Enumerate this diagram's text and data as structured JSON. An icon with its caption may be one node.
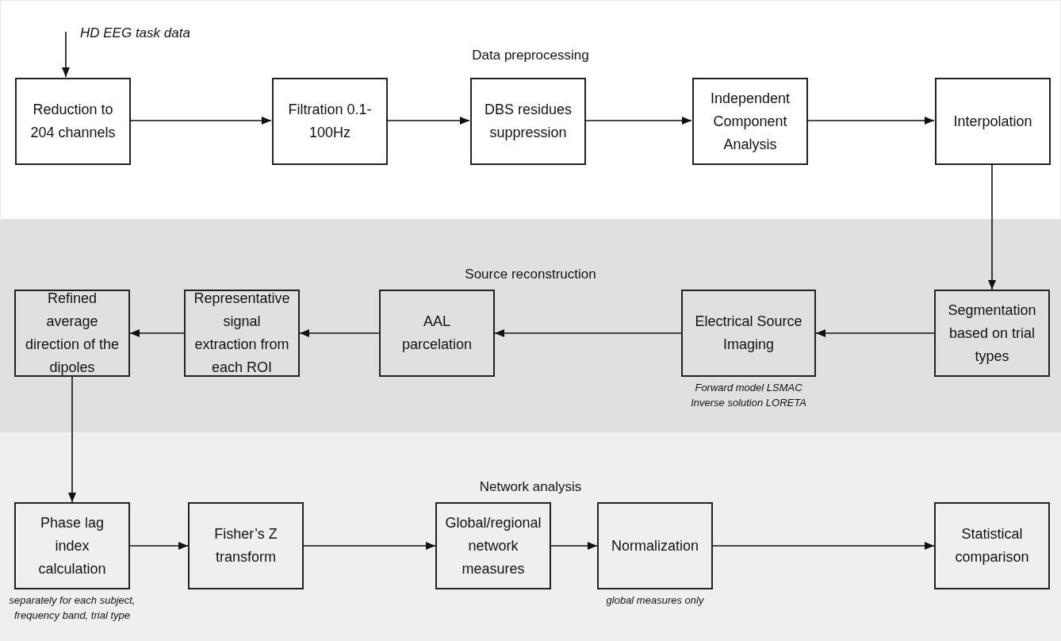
{
  "diagram": {
    "nodes": [
      {
        "text": [
          "Data preprocessing"
        ]
      },
      {
        "text": [
          "Reduction to 204 channels"
        ],
        "in": 0
      },
      {
        "text": [
          "Filtration 0.1-100Hz"
        ],
        "in": 0
      },
      {
        "text": [
          "DBS residues suppression"
        ],
        "in": 0
      },
      {
        "text": [
          "Independent Component Analysis"
        ],
        "in": 0
      },
      {
        "text": [
          "Interpolation"
        ],
        "in": 0
      },
      {
        "text": [
          "Source reconstruction"
        ]
      },
      {
        "text": [
          "Segmentation based on trial types"
        ],
        "in": 6
      },
      {
        "text": [
          "Electrical Source Imaging"
        ],
        "in": 6,
        "beside": [
          "Forward model LSMAC",
          "Inverse solution LORETA"
        ]
      },
      {
        "text": [
          "AAL parcelation"
        ],
        "in": 6
      },
      {
        "text": [
          "Representative signal extraction from each ROI"
        ],
        "in": 6
      },
      {
        "text": [
          "Refined average direction of the dipoles"
        ],
        "in": 6
      },
      {
        "text": [
          "Network analysis"
        ]
      },
      {
        "text": [
          "Phase lag index calculation"
        ],
        "in": 12,
        "beside": [
          "separately for each subject, frequency band, trial type"
        ]
      },
      {
        "text": [
          "Fisher’s Z transform"
        ],
        "in": 12
      },
      {
        "text": [
          "Global/regional network measures"
        ],
        "in": 12
      },
      {
        "text": [
          "Normalization"
        ],
        "in": 12,
        "beside": [
          "global measures only"
        ]
      },
      {
        "text": [
          "Statistical comparison"
        ],
        "in": 12
      }
    ],
    "edges": [
      {
        "from": null,
        "to": 1,
        "arrow": "to",
        "label": "HD EEG task data"
      },
      {
        "from": 1,
        "to": 2,
        "arrow": "to"
      },
      {
        "from": 2,
        "to": 3,
        "arrow": "to"
      },
      {
        "from": 3,
        "to": 4,
        "arrow": "to"
      },
      {
        "from": 4,
        "to": 5,
        "arrow": "to"
      },
      {
        "from": 5,
        "to": 7,
        "arrow": "to"
      },
      {
        "from": 7,
        "to": 8,
        "arrow": "to"
      },
      {
        "from": 8,
        "to": 9,
        "arrow": "to"
      },
      {
        "from": 9,
        "to": 10,
        "arrow": "to"
      },
      {
        "from": 10,
        "to": 11,
        "arrow": "to"
      },
      {
        "from": 11,
        "to": 13,
        "arrow": "to"
      },
      {
        "from": 13,
        "to": 14,
        "arrow": "to"
      },
      {
        "from": 14,
        "to": 15,
        "arrow": "to"
      },
      {
        "from": 15,
        "to": 16,
        "arrow": "to"
      },
      {
        "from": 16,
        "to": 17,
        "arrow": "to"
      }
    ]
  }
}
